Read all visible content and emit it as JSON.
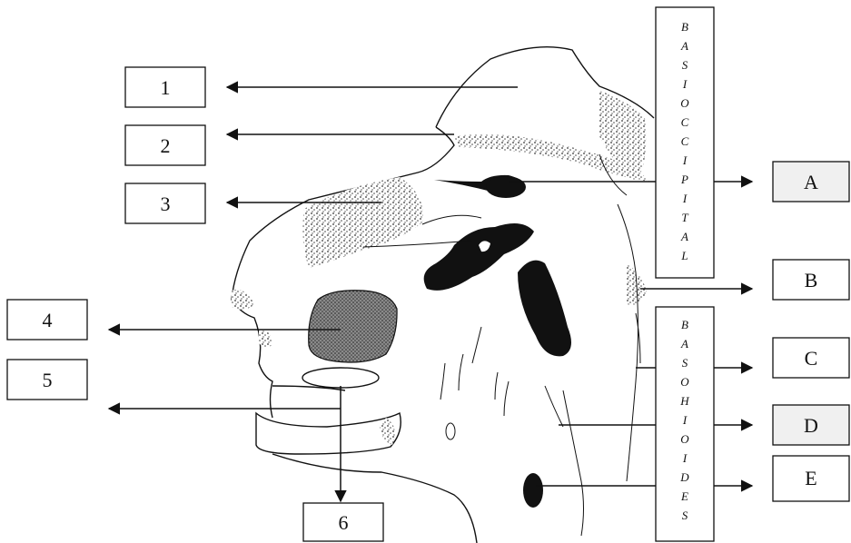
{
  "diagram": {
    "left_labels": [
      "1",
      "2",
      "3",
      "4",
      "5",
      "6"
    ],
    "right_labels": [
      "A",
      "B",
      "C",
      "D",
      "E"
    ],
    "vertical_label_top": "BASIOCCIPITAL",
    "vertical_label_bottom": "BASOHIOIDES"
  },
  "colors": {
    "ink": "#111111",
    "stipple": "#555555",
    "label_fill": "#ffffff",
    "label_fill_shaded": "#f0f0f0"
  }
}
